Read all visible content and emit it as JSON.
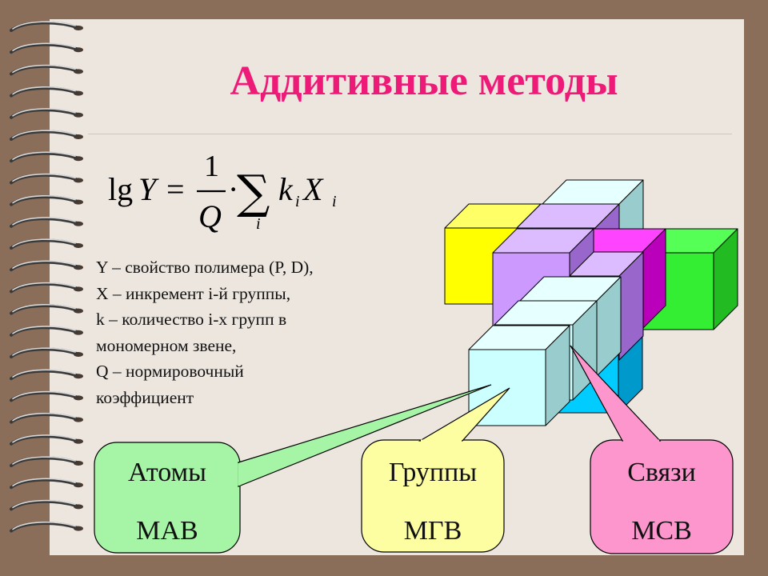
{
  "title": "Аддитивные методы",
  "formula": {
    "lhs_lg": "lg",
    "lhs_var": "Y",
    "equals": "=",
    "numerator": "1",
    "denominator": "Q",
    "dot": "·",
    "sigma": "∑",
    "sub_index": "i",
    "k": "k",
    "x": "X"
  },
  "description": [
    "Y – свойство полимера (P, D),",
    "X – инкремент i-й группы,",
    "k – количество i-х групп в",
    "мономерном звене,",
    "Q – нормировочный",
    "коэффициент"
  ],
  "callouts": [
    {
      "line1": "Атомы",
      "line2": "МАВ",
      "fill": "#a6f5a6"
    },
    {
      "line1": "Группы",
      "line2": "МГВ",
      "fill": "#fdfda2"
    },
    {
      "line1": "Связи",
      "line2": "МСВ",
      "fill": "#fd96cc"
    }
  ],
  "colors": {
    "title": "#ee1a78",
    "background": "#8b6e5a",
    "paper": "#ece6df",
    "cube_yellow": "#ffff00",
    "cube_violet": "#cc99ff",
    "cube_magenta": "#ff00ff",
    "cube_green": "#33ee33",
    "cube_cyan": "#00ccff",
    "cube_light": "#ccffff"
  }
}
